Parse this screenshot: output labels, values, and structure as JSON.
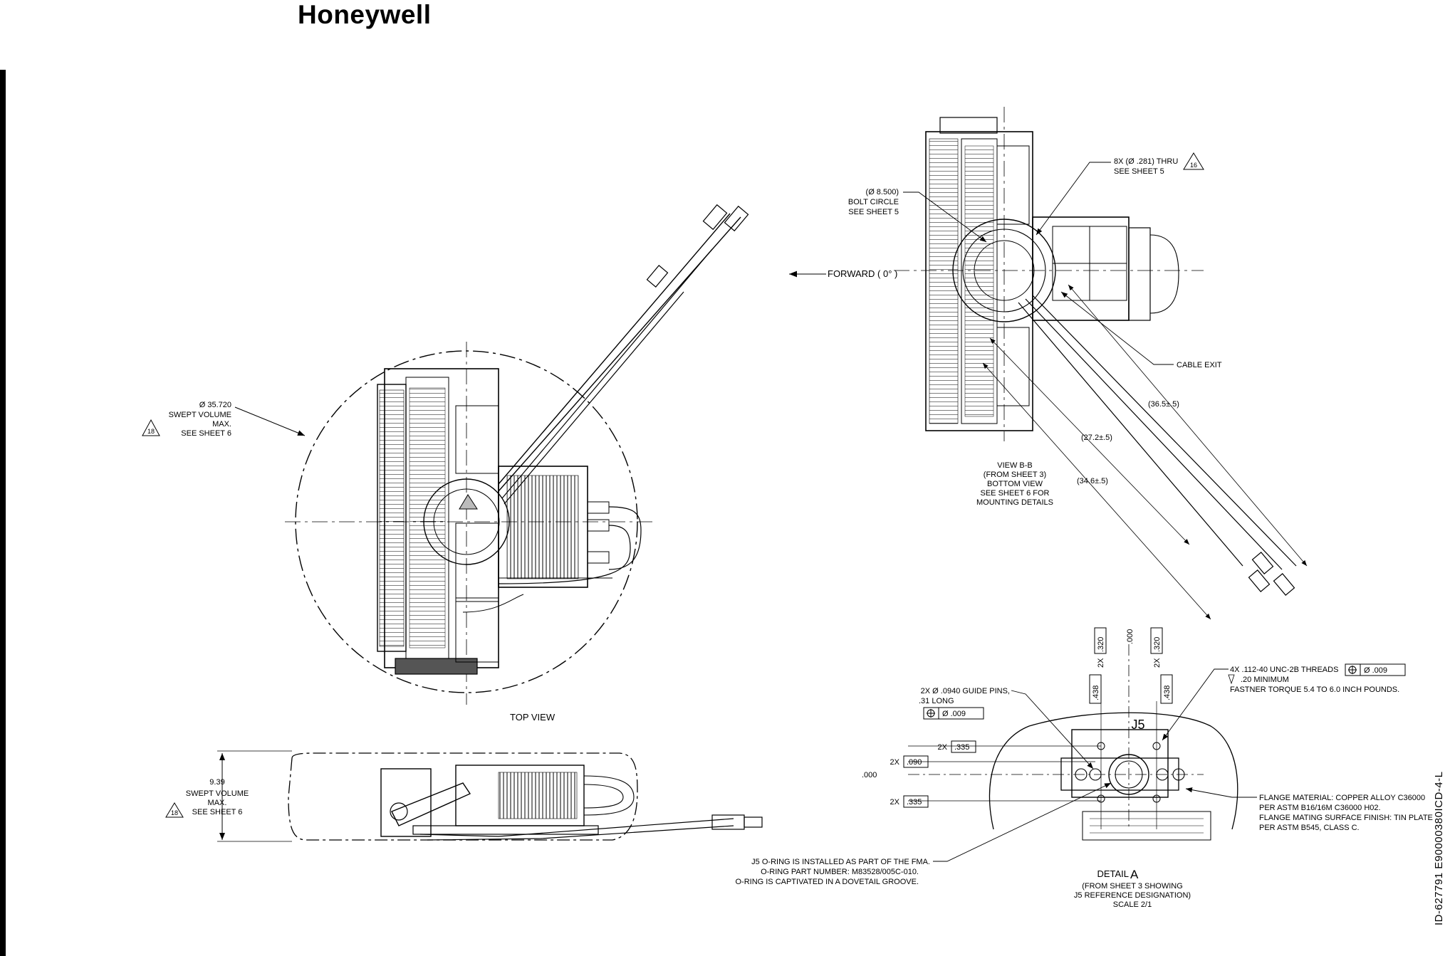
{
  "header": {
    "brand": "Honeywell"
  },
  "drawing_id": "ID-627791   E90000380ICD-4-L",
  "top_view": {
    "caption": "TOP VIEW",
    "swept_note": [
      "Ø 35.720",
      "SWEPT VOLUME",
      "MAX.",
      "SEE SHEET 6"
    ],
    "flag": "18"
  },
  "side_view": {
    "dim": "9.39",
    "swept_note": [
      "SWEPT VOLUME",
      "MAX.",
      "SEE SHEET 6"
    ],
    "flag": "18"
  },
  "view_bb": {
    "caption": [
      "VIEW B-B",
      "(FROM SHEET 3)",
      "BOTTOM VIEW",
      "SEE SHEET 6  FOR",
      "MOUNTING DETAILS"
    ],
    "bolt_circle": [
      "(Ø 8.500)",
      "BOLT CIRCLE",
      "SEE SHEET 5"
    ],
    "thru_note": [
      "8X (Ø .281) THRU",
      "SEE SHEET 5"
    ],
    "thru_flag": "16",
    "forward": "FORWARD ( 0° )",
    "cable_exit": "CABLE EXIT",
    "dim_365": "(36.5±.5)",
    "dim_272": "(27.2±.5)",
    "dim_346": "(34.6±.5)"
  },
  "detail_a": {
    "caption_letter": "A",
    "caption": [
      "DETAIL",
      "(FROM SHEET 3  SHOWING",
      "J5 REFERENCE DESIGNATION)",
      "SCALE  2/1"
    ],
    "label_j5": "J5",
    "thread_note": [
      "4X .112-40 UNC-2B THREADS",
      ".20 MINIMUM",
      "FASTNER TORQUE 5.4 TO 6.0 INCH POUNDS."
    ],
    "thread_tol": "Ø .009",
    "guide_note": [
      "2X Ø .0940 GUIDE PINS,",
      ".31 LONG"
    ],
    "guide_tol": "Ø .009",
    "dims_top": [
      ".320",
      ".000",
      ".320"
    ],
    "dims_438": [
      ".438",
      ".438"
    ],
    "prefix_2x": "2X",
    "dim_335a": ".335",
    "dim_090": ".090",
    "dim_000": ".000",
    "dim_335b": ".335",
    "flange_note": [
      "FLANGE MATERIAL: COPPER ALLOY C36000",
      "PER ASTM B16/16M C36000 H02.",
      "FLANGE MATING SURFACE FINISH: TIN PLATE",
      "PER ASTM B545, CLASS C."
    ],
    "oring_note": [
      "J5 O-RING IS INSTALLED AS PART OF THE FMA.",
      "O-RING PART NUMBER: M83528/005C-010.",
      "O-RING IS CAPTIVATED IN A DOVETAIL GROOVE."
    ]
  }
}
